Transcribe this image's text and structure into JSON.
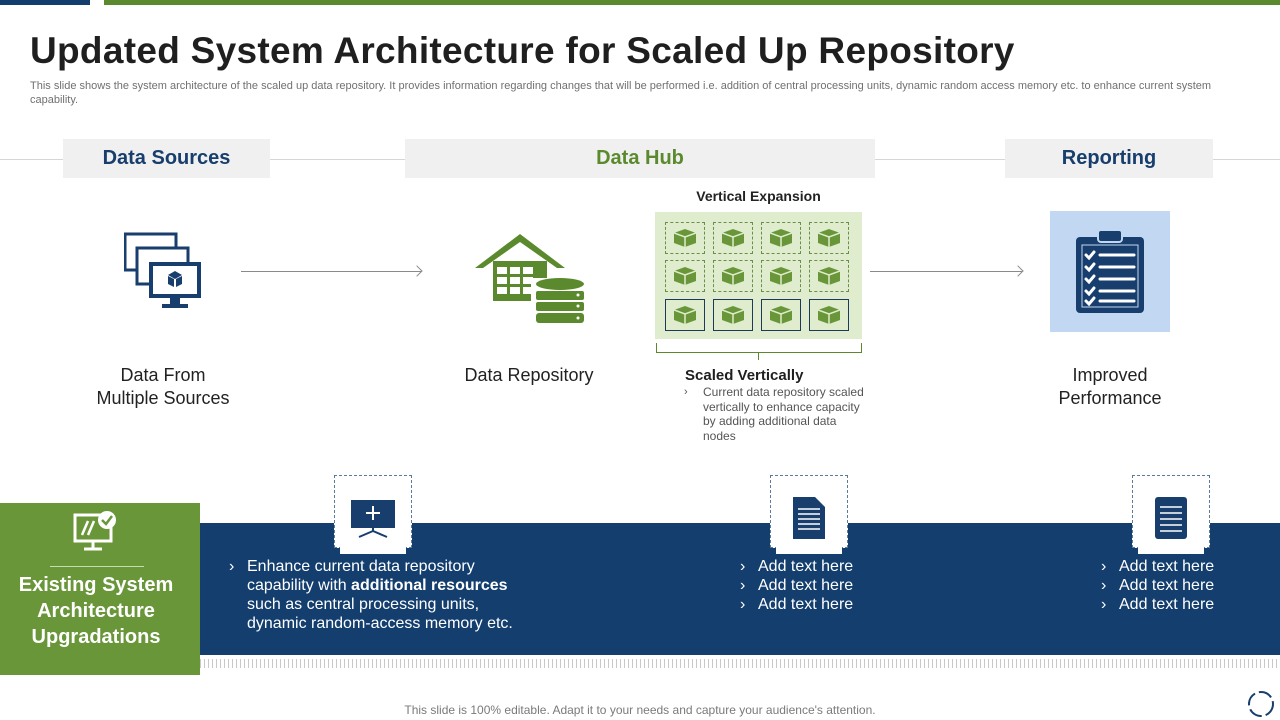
{
  "slide": {
    "title": "Updated System Architecture for Scaled Up Repository",
    "subtitle": "This slide shows the system architecture of the scaled up data repository. It provides information regarding changes that will be performed i.e. addition of central processing units, dynamic random access memory etc. to enhance current system capability."
  },
  "sections": {
    "data_sources": "Data Sources",
    "data_hub": "Data Hub",
    "reporting": "Reporting"
  },
  "nodes": {
    "sources_caption_line1": "Data From",
    "sources_caption_line2": "Multiple Sources",
    "repository_caption": "Data Repository",
    "vertical_expansion_label": "Vertical Expansion",
    "scaled_title": "Scaled Vertically",
    "scaled_bullet": "›",
    "scaled_text": "Current data repository scaled vertically to enhance capacity by adding additional data nodes",
    "performance_line1": "Improved",
    "performance_line2": "Performance"
  },
  "upgrade_panel": {
    "title": "Existing System Architecture Upgradations",
    "col1": {
      "line1": "Enhance current data repository",
      "line2_pre": "capability with ",
      "line2_bold": "additional resources",
      "line3": "such as central processing units,",
      "line4": "dynamic random-access memory etc."
    },
    "col2": [
      "Add text here",
      "Add text here",
      "Add text here"
    ],
    "col3": [
      "Add text here",
      "Add text here",
      "Add text here"
    ],
    "bullet": "›"
  },
  "footer": "This slide is 100% editable. Adapt it to your needs and capture your audience's attention.",
  "colors": {
    "navy": "#133e6e",
    "green": "#6a963a",
    "light_green": "#dfeccd",
    "light_blue": "#c2d8f2"
  },
  "icons": [
    "computer-stack-icon",
    "warehouse-database-icon",
    "data-node-icon",
    "clipboard-checklist-icon",
    "monitor-check-icon",
    "presentation-board-icon",
    "document-icon"
  ]
}
